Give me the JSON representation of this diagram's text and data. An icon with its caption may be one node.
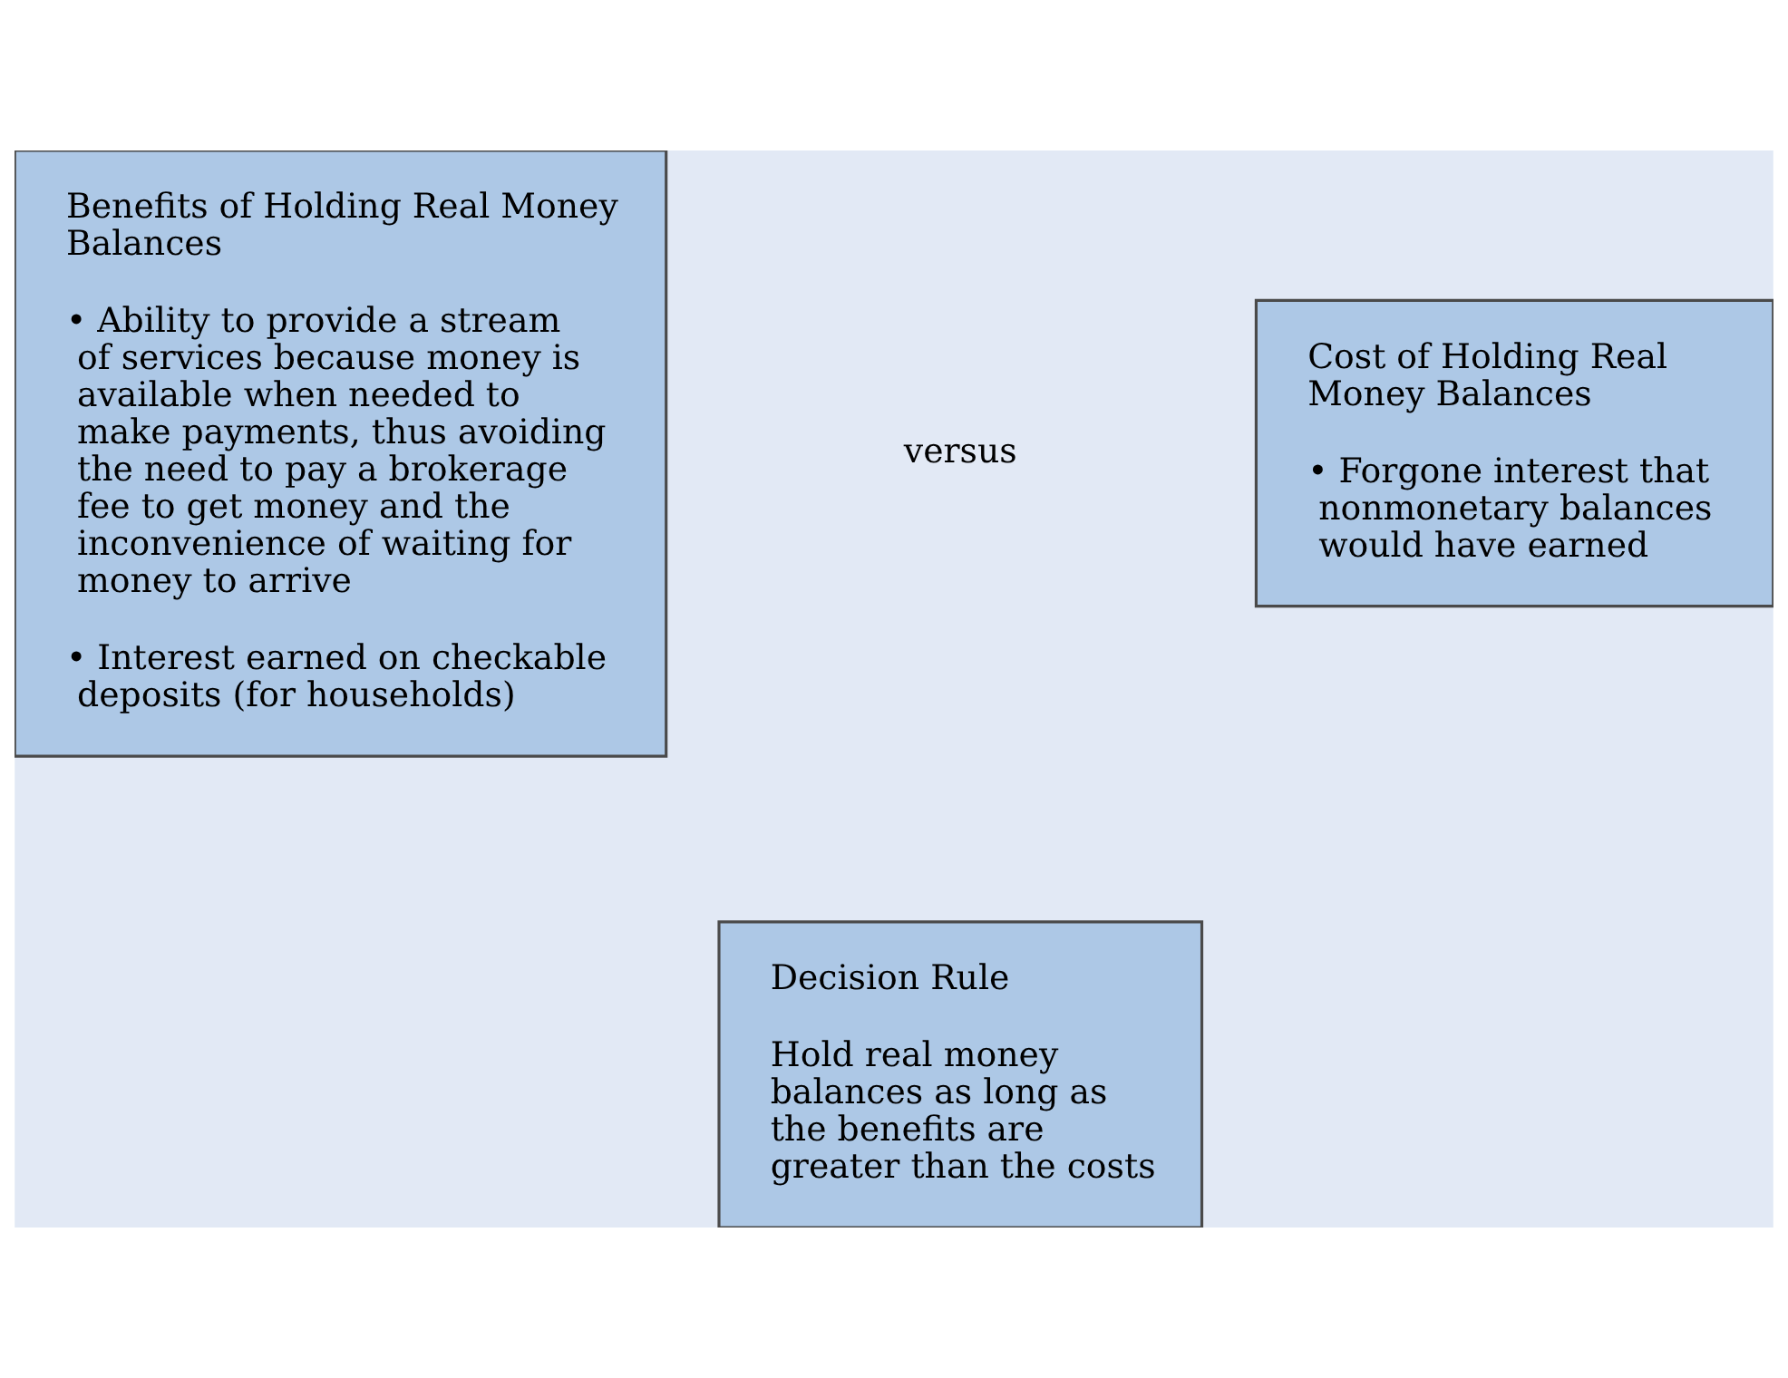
{
  "diagram": {
    "nodes": [
      {
        "text": [
          "Benefits of Holding Real Money Balances",
          "• Ability to provide a stream of services because money is available when needed to make payments, thus avoiding the need to pay a brokerage fee to get money and the inconvenience of waiting for money to arrive",
          "• Interest earned on checkable deposits (for households)"
        ]
      },
      {
        "text": [
          "Cost of Holding Real Money Balances",
          "• Forgone interest that nonmonetary balances would have earned"
        ]
      },
      {
        "text": [
          "Decision Rule",
          "Hold real money balances as long as the benefits are greater than the costs"
        ]
      }
    ],
    "edges": [],
    "labels": [
      "versus"
    ]
  }
}
